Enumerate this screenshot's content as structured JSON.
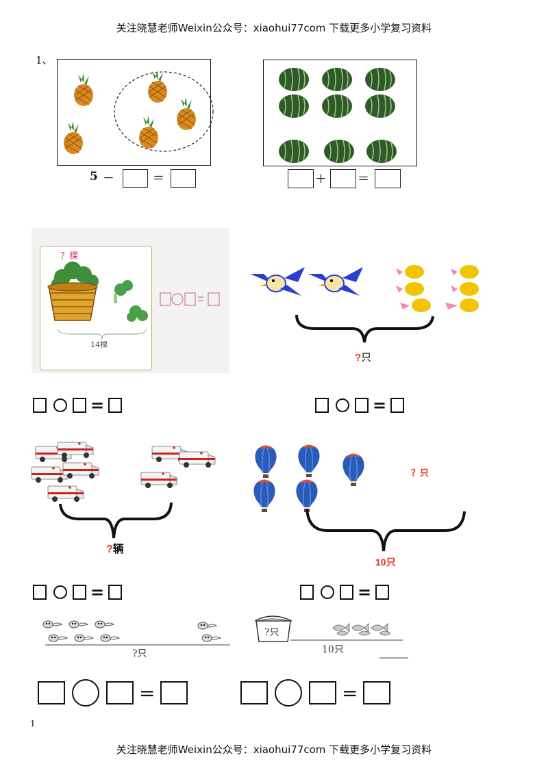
{
  "header": {
    "text": "关注晓慧老师Weixin公众号：xiaohui77com 下载更多小学复习资料"
  },
  "footer": {
    "text": "关注晓慧老师Weixin公众号：xiaohui77com 下载更多小学复习资料"
  },
  "question_number": "1、",
  "page_number": "1",
  "problem_pineapple": {
    "minuend": "5",
    "minus": "－",
    "equals": "＝"
  },
  "problem_watermelon": {
    "plus": "＋",
    "equals": "＝"
  },
  "problem_broccoli": {
    "question": "？棵",
    "total": "14棵"
  },
  "problem_birds": {
    "question_mark": "?",
    "question_unit": "只"
  },
  "problem_ambulance": {
    "question_mark": "?",
    "question_unit": "辆"
  },
  "problem_balloons": {
    "question": "？只",
    "total": "10只"
  },
  "problem_tadpoles": {
    "question": "?只"
  },
  "problem_fish": {
    "bucket_label": "?只",
    "total": "10只"
  },
  "colors": {
    "red_label": "#e8341c",
    "pineapple": "#d88a1e",
    "watermelon": "#2f5a2a",
    "balloon": "#2a5bb8",
    "bird_blue": "#2a3fd0",
    "chick": "#f2c400"
  }
}
